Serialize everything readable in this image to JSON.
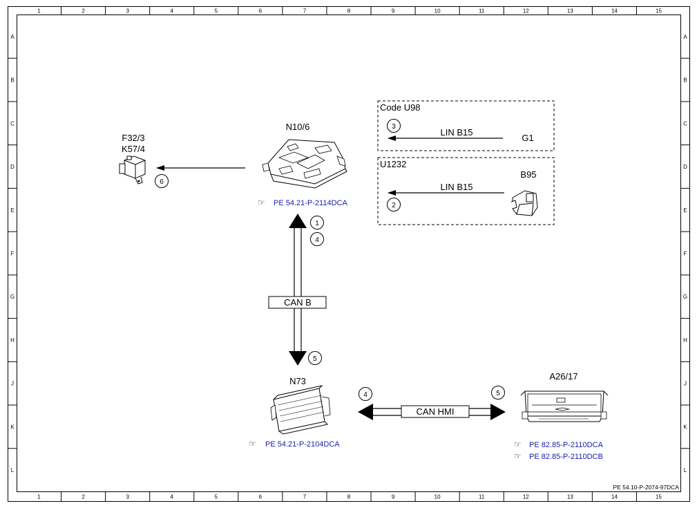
{
  "grid": {
    "columns": [
      "1",
      "2",
      "3",
      "4",
      "5",
      "6",
      "7",
      "8",
      "9",
      "10",
      "11",
      "12",
      "13",
      "14",
      "15"
    ],
    "rows": [
      "A",
      "B",
      "C",
      "D",
      "E",
      "F",
      "G",
      "H",
      "J",
      "K",
      "L"
    ]
  },
  "doc_code": "PE 54.10-P-2074-97DCA",
  "components": {
    "f32": {
      "label1": "F32/3",
      "label2": "K57/4"
    },
    "n10": {
      "label": "N10/6",
      "ref": "PE 54.21-P-2114DCA"
    },
    "n73": {
      "label": "N73",
      "ref": "PE 54.21-P-2104DCA"
    },
    "a26": {
      "label": "A26/17",
      "ref1": "PE 82.85-P-2110DCA",
      "ref2": "PE 82.85-P-2110DCB"
    },
    "g1": {
      "label": "G1"
    },
    "b95": {
      "label": "B95"
    }
  },
  "groups": {
    "u98": {
      "label": "Code U98"
    },
    "u1232": {
      "label": "U1232"
    }
  },
  "buses": {
    "lin1": "LIN B15",
    "lin2": "LIN B15",
    "canb": "CAN B",
    "canhmi": "CAN HMI"
  },
  "markers": {
    "m1": "1",
    "m2": "2",
    "m3": "3",
    "m4a": "4",
    "m4b": "4",
    "m5a": "5",
    "m5b": "5",
    "m6": "6"
  }
}
